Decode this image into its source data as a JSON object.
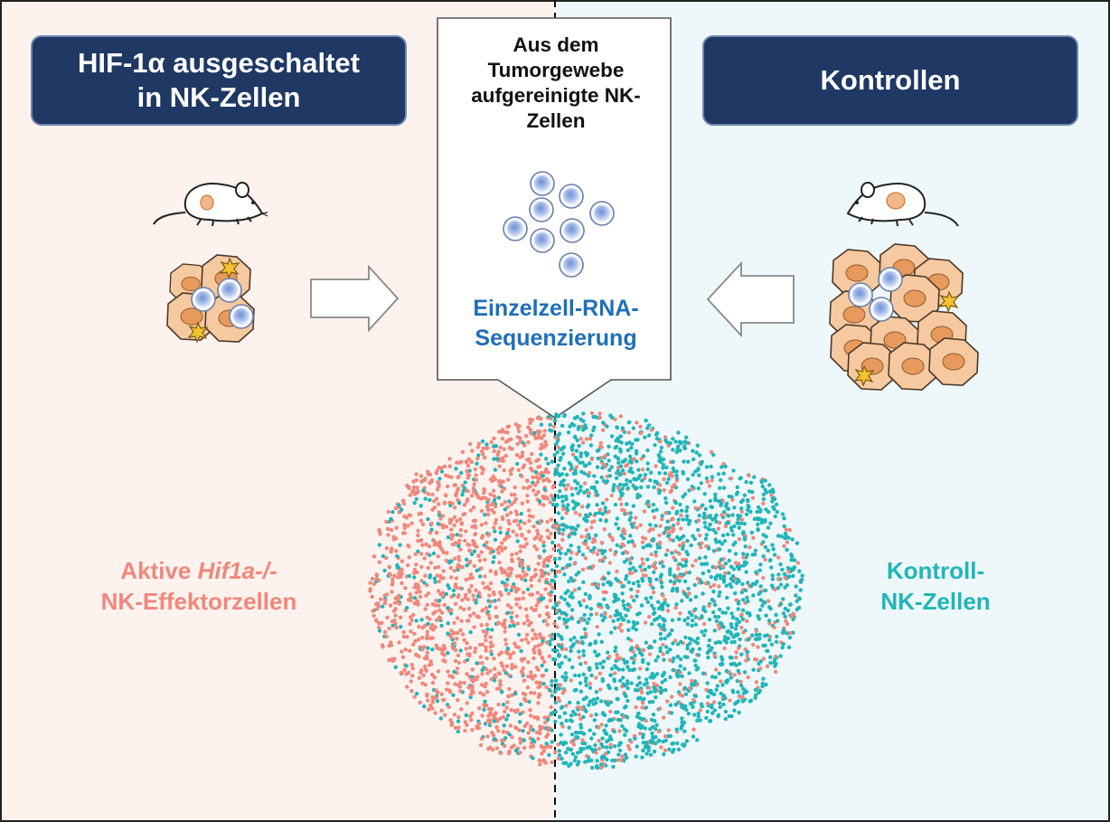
{
  "left_group": {
    "line1": "HIF-1α ausgeschaltet",
    "line2": "in NK-Zellen"
  },
  "right_group": {
    "title": "Kontrollen"
  },
  "center": {
    "title_lines": [
      "Aus dem",
      "Tumorgewebe",
      "aufgereinigte NK-",
      "Zellen"
    ],
    "method_lines": [
      "Einzelzell-RNA-",
      "Sequenzierung"
    ]
  },
  "left_annotation": {
    "pre": "Aktive ",
    "italic": "Hif1a-/-",
    "line2": "NK-Effektorzellen"
  },
  "right_annotation": {
    "line1": "Kontroll-",
    "line2": "NK-Zellen"
  },
  "colors": {
    "knockout": "#f0877c",
    "control": "#21b5b8",
    "navy": "#1f3864",
    "method_blue": "#1f6fb8",
    "left_bg": "#fdf2ee",
    "right_bg": "#eef8fa",
    "cell_orange": "#f4b888",
    "nk_blue": "#a8bde8"
  },
  "icons": [
    "mouse-icon",
    "tumor-icon",
    "nk-cell-icon",
    "arrow-icon"
  ]
}
